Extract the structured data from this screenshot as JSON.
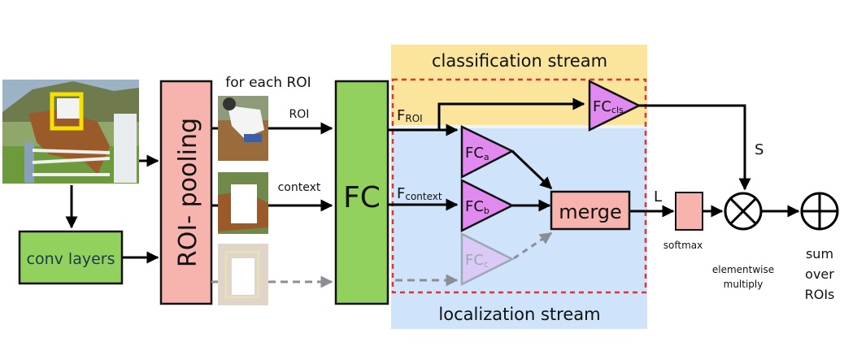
{
  "diagram": {
    "input_image": {
      "name": "horse-jumping-photo",
      "roi_box_color": "#f5e000"
    },
    "roi_pooling": {
      "label": "ROI- pooling",
      "color": "#f7b3ae"
    },
    "conv_layers": {
      "label": "conv layers",
      "color": "#93d15e",
      "text_color": "#1b3a4b"
    },
    "for_each_roi": "for each ROI",
    "roi_inputs": [
      {
        "label": "ROI",
        "style": "solid"
      },
      {
        "label": "context",
        "style": "solid"
      },
      {
        "label": "",
        "style": "dashed"
      }
    ],
    "fc": {
      "label": "FC",
      "color": "#93d15e"
    },
    "classification_stream": {
      "label": "classification stream",
      "color": "#fbe49c"
    },
    "localization_stream": {
      "label": "localization stream",
      "color": "#cfe3fa"
    },
    "features": {
      "roi": {
        "main": "F",
        "sub": "ROI"
      },
      "context": {
        "main": "F",
        "sub": "context"
      }
    },
    "fc_heads": [
      {
        "main": "FC",
        "sub": "cls",
        "faded": false
      },
      {
        "main": "FC",
        "sub": "a",
        "faded": false
      },
      {
        "main": "FC",
        "sub": "b",
        "faded": false
      },
      {
        "main": "FC",
        "sub": "c",
        "faded": true
      }
    ],
    "head_color": "#e08af0",
    "merge": {
      "label": "merge",
      "color": "#f7b3ae"
    },
    "L_label": "L",
    "S_label": "S",
    "softmax": {
      "label": "softmax",
      "color": "#f7b3ae"
    },
    "multiply": {
      "label_line1": "elementwise",
      "label_line2": "multiply"
    },
    "sum": {
      "label_line1": "sum",
      "label_line2": "over",
      "label_line3": "ROIs"
    },
    "dashed_box_color": "#e0352a"
  }
}
